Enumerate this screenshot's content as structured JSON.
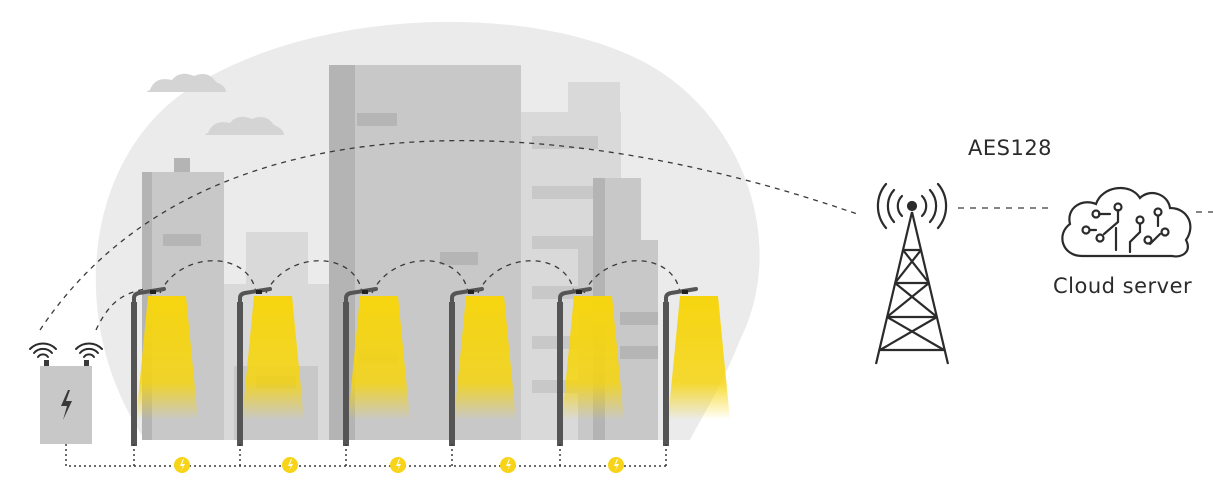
{
  "diagram": {
    "encryption_label": "AES128",
    "cloud_label": "Cloud server",
    "colors": {
      "background_blob": "#ebebeb",
      "building": "#c8c8c8",
      "building_light": "#d9d9d9",
      "building_dark": "#b4b4b4",
      "window": "#b5b5b5",
      "pole": "#555555",
      "light_beam": "#f6d50f",
      "power_dot": "#f7d417",
      "line": "#3a3a3a",
      "cloud_outline": "#3a3a3a"
    },
    "icons": {
      "gateway": "power-gateway-icon",
      "signal": "wifi-signal-icon",
      "tower": "radio-tower-icon",
      "cloud": "cloud-circuit-icon",
      "power": "lightning-bolt-icon",
      "streetlight": "streetlight-icon"
    },
    "streetlight_count": 6,
    "power_link_count": 5
  }
}
